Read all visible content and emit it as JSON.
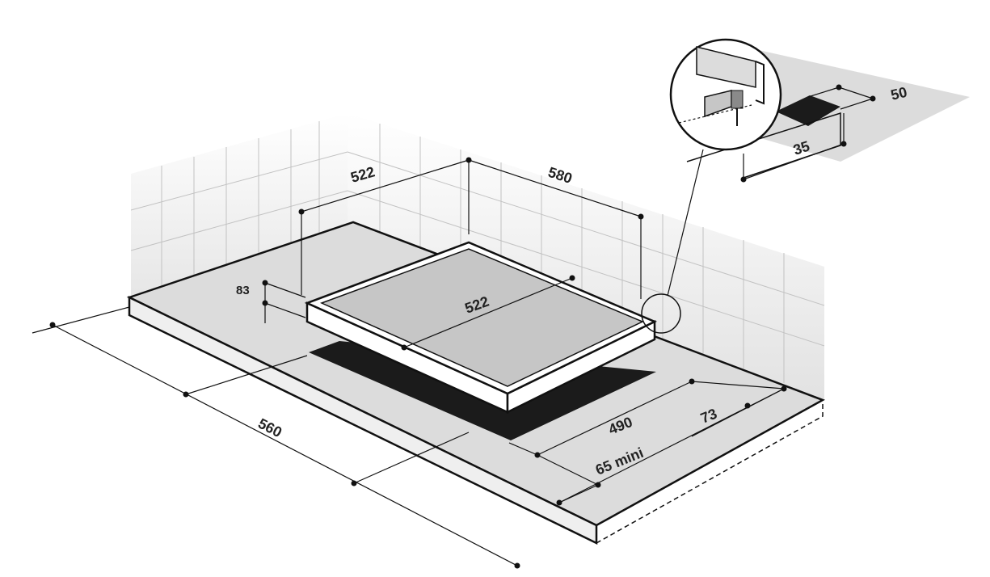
{
  "dimensions": {
    "hob_depth_top": "522",
    "hob_width_top": "580",
    "hob_height": "83",
    "hob_center_depth": "522",
    "cutout_width": "560",
    "cutout_depth": "490",
    "rear_clearance": "73",
    "front_clearance": "65 mini",
    "detail_width": "50",
    "detail_depth": "35"
  },
  "colors": {
    "line": "#111111",
    "surface": "#dcdcdc",
    "glass": "#c6c6c6",
    "hole": "#1b1b1b",
    "wall": "#f0f0f0",
    "tile": "#bdbdbd",
    "background": "#ffffff"
  }
}
